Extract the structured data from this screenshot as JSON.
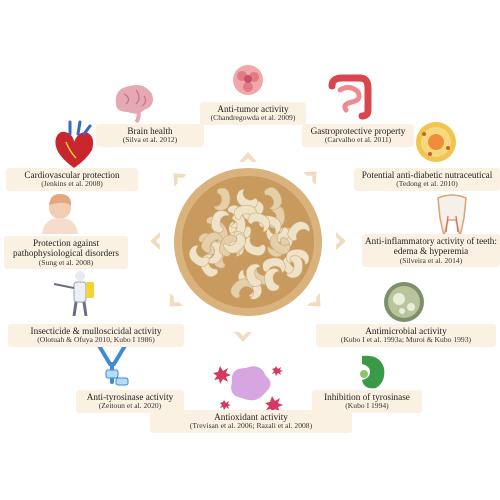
{
  "center_image": "cashew-nuts-bowl",
  "activities": [
    {
      "title": "Anti-tumor activity",
      "citation": "(Chandregowda et al. 2009)",
      "icon": "tumor-cell-icon"
    },
    {
      "title": "Gastroprotective property",
      "citation": "(Carvalho et al. 2011)",
      "icon": "intestine-icon"
    },
    {
      "title": "Potential anti-diabetic nutraceutical",
      "citation": "(Tedong et al. 2010)",
      "icon": "pancreatic-islet-icon"
    },
    {
      "title": "Anti-inflammatory activity of teeth: edema & hyperemia",
      "citation": "(Silveira et al. 2014)",
      "icon": "tooth-icon"
    },
    {
      "title": "Antimicrobial activity",
      "citation": "(Kubo I et al. 1993a; Muroi & Kubo 1993)",
      "icon": "petri-dish-icon"
    },
    {
      "title": "Inhibition of tyrosinase",
      "citation": "(Kubo I 1994)",
      "icon": "enzyme-icon"
    },
    {
      "title": "Antioxidant activity",
      "citation": "(Trevisan et al. 2006; Razali et al. 2008)",
      "icon": "free-radical-icon"
    },
    {
      "title": "Anti-tyrosinase activity",
      "citation": "(Zeitoun et al. 2020)",
      "icon": "receptor-icon"
    },
    {
      "title": "Insecticide & mulloscicidal activity",
      "citation": "(Olotuah & Ofuya 2010, Kubo I 1986)",
      "icon": "sprayer-person-icon"
    },
    {
      "title": "Protection against pathophysiological disorders",
      "citation": "(Sung et al. 2008)",
      "icon": "person-icon"
    },
    {
      "title": "Cardiovascular protection",
      "citation": "(Jenkins et al. 2008)",
      "icon": "heart-icon"
    },
    {
      "title": "Brain health",
      "citation": "(Silva et al. 2012)",
      "icon": "brain-icon"
    }
  ],
  "colors": {
    "box_bg": "#fbf1e2",
    "arrow": "#f2dcbf",
    "bowl": "#d9b27c",
    "cashew": "#ecdcbd"
  }
}
